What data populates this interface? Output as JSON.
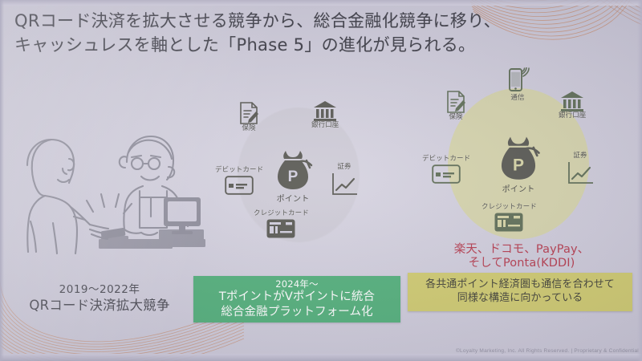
{
  "slide": {
    "headline_line1": "QRコード決済を拡大させる競争から、総合金融化競争に移り、",
    "headline_line2": "キャッシュレスを軸とした「Phase 5」の進化が見られる。",
    "footer": "©Loyalty Marketing, Inc. All Rights Reserved.  |  Proprietary & Confidential"
  },
  "left_caption": {
    "years": "2019〜2022年",
    "title": "QRコード決済拡大競争"
  },
  "green_box": {
    "line1": "2024年〜",
    "line2": "TポイントがVポイントに統合",
    "line3": "総合金融プラットフォーム化"
  },
  "right_caption": {
    "line1": "楽天、ドコモ、PayPay、",
    "line2": "そしてPonta(KDDI)"
  },
  "yellow_box": {
    "line1": "各共通ポイント経済圏も通信を合わせて",
    "line2": "同様な構造に向かっている"
  },
  "middle_cluster": {
    "center_label": "ポイント",
    "center_symbol": "P",
    "nodes": [
      {
        "label": "保険",
        "icon": "insurance-document-icon"
      },
      {
        "label": "銀行口座",
        "icon": "bank-icon"
      },
      {
        "label": "デビットカード",
        "icon": "debit-card-icon"
      },
      {
        "label": "証券",
        "icon": "securities-chart-icon"
      },
      {
        "label": "クレジットカード",
        "icon": "credit-card-icon"
      }
    ]
  },
  "right_cluster": {
    "center_label": "ポイント",
    "center_symbol": "P",
    "nodes": [
      {
        "label": "通信",
        "icon": "smartphone-signal-icon"
      },
      {
        "label": "保険",
        "icon": "insurance-document-icon"
      },
      {
        "label": "銀行口座",
        "icon": "bank-icon"
      },
      {
        "label": "デビットカード",
        "icon": "debit-card-icon"
      },
      {
        "label": "証券",
        "icon": "securities-chart-icon"
      },
      {
        "label": "クレジットカード",
        "icon": "credit-card-icon"
      }
    ]
  },
  "illustration": {
    "name": "customer-paying-at-checkout-illustration"
  },
  "colors": {
    "background": "#cfccdb",
    "green_box": "#4fae78",
    "yellow_box": "#cfca6d",
    "right_circle": "#d5d3a4",
    "middle_circle": "#c8c5cf",
    "accent_red": "#b4384b",
    "swirl": "#c98b6a",
    "icon_dark": "#55554f",
    "icon_green": "#5c6b54"
  }
}
